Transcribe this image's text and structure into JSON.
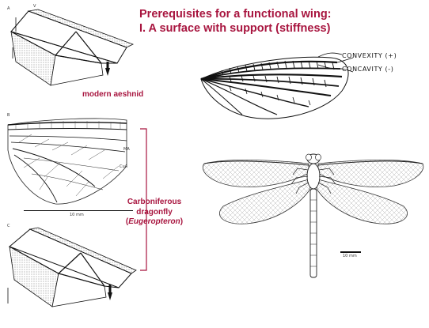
{
  "title": {
    "line1": "Prerequisites for a functional wing:",
    "line2": "I. A surface with support (stiffness)"
  },
  "labels": {
    "modern": "modern aeshnid",
    "carboniferous_line1": "Carboniferous",
    "carboniferous_line2": "dragonfly",
    "genus_open": "(",
    "genus": "Eugeropteron",
    "genus_close": ")",
    "convexity": "CONVEXITY (+)",
    "concavity": "CONCAVITY (-)"
  },
  "panel_letters": {
    "a": "A",
    "b": "B",
    "c": "C"
  },
  "small_text": {
    "top_v": "V",
    "ma": "MA",
    "cua": "CuA",
    "scale_b": "10 mm",
    "scale_right": "10 mm"
  },
  "colors": {
    "accent": "#a8153f"
  }
}
